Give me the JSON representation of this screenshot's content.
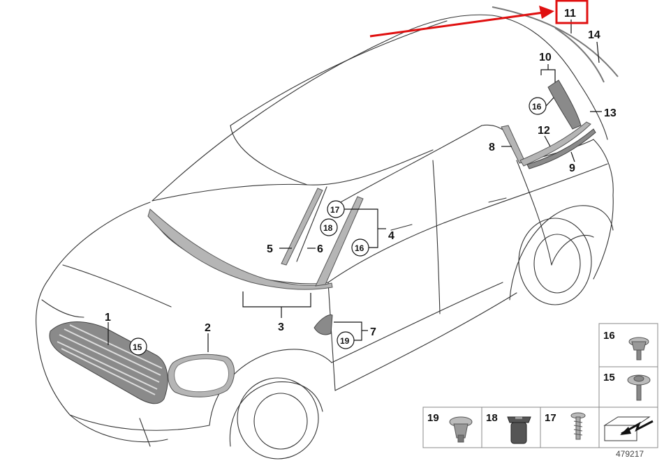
{
  "diagram": {
    "callouts": {
      "c1": "1",
      "c2": "2",
      "c3": "3",
      "c4": "4",
      "c5": "5",
      "c6": "6",
      "c7": "7",
      "c8": "8",
      "c9": "9",
      "c10": "10",
      "c11": "11",
      "c12": "12",
      "c13": "13",
      "c14": "14"
    },
    "circled": {
      "g15": "15",
      "a17": "17",
      "a18": "18",
      "a16": "16",
      "b16": "16",
      "d19": "19"
    },
    "parts_table": {
      "p16": "16",
      "p15": "15",
      "p19": "19",
      "p18": "18",
      "p17": "17"
    },
    "image_number": "479217",
    "highlight_color": "#e01010",
    "arrow_color": "#e01010"
  }
}
